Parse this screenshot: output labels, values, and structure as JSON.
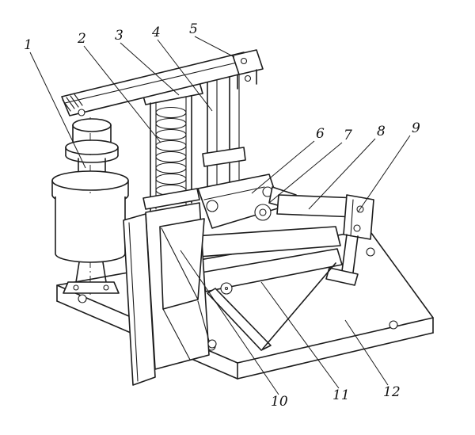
{
  "figure": {
    "description": "Hand-drawn perspective line drawing of an electromagnetic brake mechanism on a base plate, with numbered part callouts",
    "ink_color": "#1c1c1c",
    "paper_color": "#ffffff",
    "callouts": [
      {
        "label": "1"
      },
      {
        "label": "2"
      },
      {
        "label": "3"
      },
      {
        "label": "4"
      },
      {
        "label": "5"
      },
      {
        "label": "6"
      },
      {
        "label": "7"
      },
      {
        "label": "8"
      },
      {
        "label": "9"
      },
      {
        "label": "10"
      },
      {
        "label": "11"
      },
      {
        "label": "12"
      }
    ]
  }
}
